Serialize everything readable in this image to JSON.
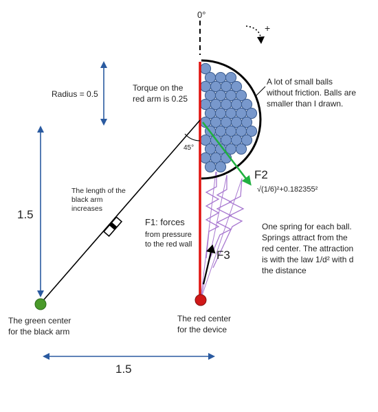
{
  "colors": {
    "red_wall": "#e0120f",
    "red_center": "#d01818",
    "green_center": "#4a9a2a",
    "ball_fill": "#7898cc",
    "ball_stroke": "#3a5a8c",
    "spring": "#a878d0",
    "f2_arrow": "#20b040",
    "dim_arrow": "#2a5aa0",
    "black": "#000000"
  },
  "labels": {
    "zero_deg": "0°",
    "plus": "+",
    "radius": "Radius = 0.5",
    "torque_line1": "Torque on the",
    "torque_line2": "red arm is 0.25",
    "balls_line1": "A lot of small balls",
    "balls_line2": "without friction. Balls are",
    "balls_line3": "smaller than I drawn.",
    "angle": "45°",
    "length_line1": "The length of the",
    "length_line2": "black arm",
    "length_line3": "increases",
    "f1_line1": "F1: forces",
    "f1_line2": "from pressure",
    "f1_line3": "to the red wall",
    "f2": "F2",
    "f2_formula": "√(1/6)²+0.182355²",
    "f3": "F3",
    "spring_line1": "One spring for each ball.",
    "spring_line2": "Springs attract from the",
    "spring_line3": "red center. The attraction",
    "spring_line4": "is with the law 1/d² with d",
    "spring_line5": "the distance",
    "dim_vertical": "1.5",
    "dim_horizontal": "1.5",
    "green_line1": "The green center",
    "green_line2": "for the black arm",
    "red_line1": "The red center",
    "red_line2": "for the device"
  }
}
